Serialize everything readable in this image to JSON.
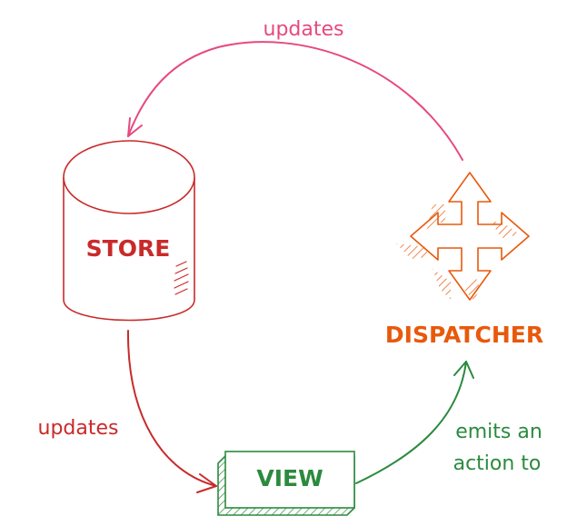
{
  "nodes": {
    "store": {
      "label": "STORE"
    },
    "dispatcher": {
      "label": "DISPATCHER"
    },
    "view": {
      "label": "VIEW"
    }
  },
  "edges": {
    "dispatcher_to_store": {
      "label": "updates"
    },
    "store_to_view": {
      "label": "updates"
    },
    "view_to_dispatcher": {
      "label_line1": "emits an",
      "label_line2": "action to"
    }
  },
  "colors": {
    "store": "#c92a2a",
    "dispatcher": "#e8590c",
    "view": "#2b8a3e",
    "updates_top": "#e64980",
    "store_view_edge": "#c92a2a",
    "view_dispatcher_edge": "#2b8a3e"
  }
}
